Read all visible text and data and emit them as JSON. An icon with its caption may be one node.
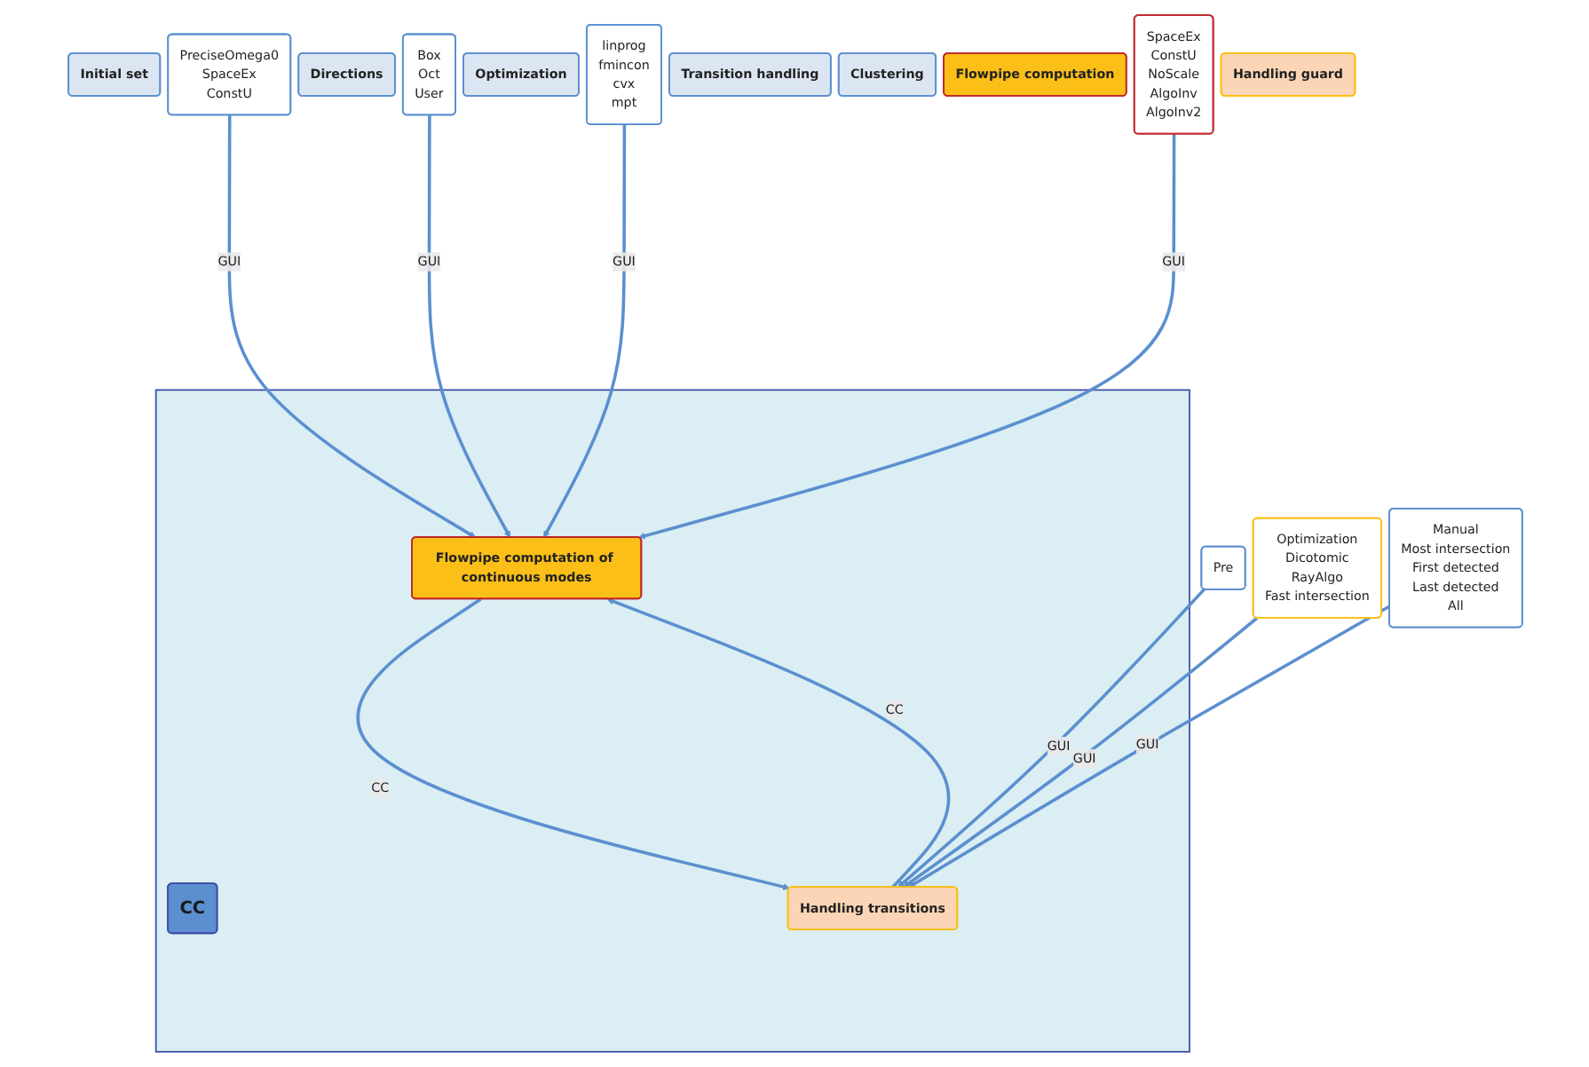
{
  "diagram": {
    "nodes": [
      {
        "text": [
          "Initial set"
        ]
      },
      {
        "text": [
          "PreciseOmega0",
          "SpaceEx",
          "ConstU"
        ]
      },
      {
        "text": [
          "Directions"
        ]
      },
      {
        "text": [
          "Box",
          "Oct",
          "User"
        ]
      },
      {
        "text": [
          "Optimization"
        ]
      },
      {
        "text": [
          "linprog",
          "fmincon",
          "cvx",
          "mpt"
        ]
      },
      {
        "text": [
          "Transition handling"
        ]
      },
      {
        "text": [
          "Manual",
          "Most intersection",
          "First detected",
          "Last detected",
          "All"
        ]
      },
      {
        "text": [
          "Clustering"
        ]
      },
      {
        "text": [
          "Pre"
        ]
      },
      {
        "text": [],
        "shape": "box"
      },
      {
        "text": [
          "CC"
        ],
        "in": 10
      },
      {
        "text": [
          "Flowpipe computation of continuous modes"
        ],
        "in": 10
      },
      {
        "text": [
          "Handling transitions"
        ],
        "in": 10
      },
      {
        "text": [
          "Flowpipe computation"
        ]
      },
      {
        "text": [
          "SpaceEx",
          "ConstU",
          "NoScale",
          "AlgoInv",
          "AlgoInv2"
        ]
      },
      {
        "text": [
          "Handling guard"
        ]
      },
      {
        "text": [
          "Optimization",
          "Dicotomic",
          "RayAlgo",
          "Fast intersection"
        ]
      }
    ],
    "edges": [
      {
        "from": 1,
        "to": 12,
        "arrow": "to",
        "label": "GUI"
      },
      {
        "from": 3,
        "to": 12,
        "arrow": "to",
        "label": "GUI"
      },
      {
        "from": 5,
        "to": 12,
        "arrow": "to",
        "label": "GUI"
      },
      {
        "from": 7,
        "to": 13,
        "arrow": "to",
        "label": "GUI"
      },
      {
        "from": 9,
        "to": 13,
        "arrow": "to",
        "label": "GUI"
      },
      {
        "from": 12,
        "to": 13,
        "arrow": "to",
        "label": "CC"
      },
      {
        "from": 13,
        "to": 12,
        "arrow": "to",
        "label": "CC"
      },
      {
        "from": 15,
        "to": 12,
        "arrow": "to",
        "label": "GUI"
      },
      {
        "from": 17,
        "to": 13,
        "arrow": "to",
        "label": "GUI"
      }
    ]
  }
}
